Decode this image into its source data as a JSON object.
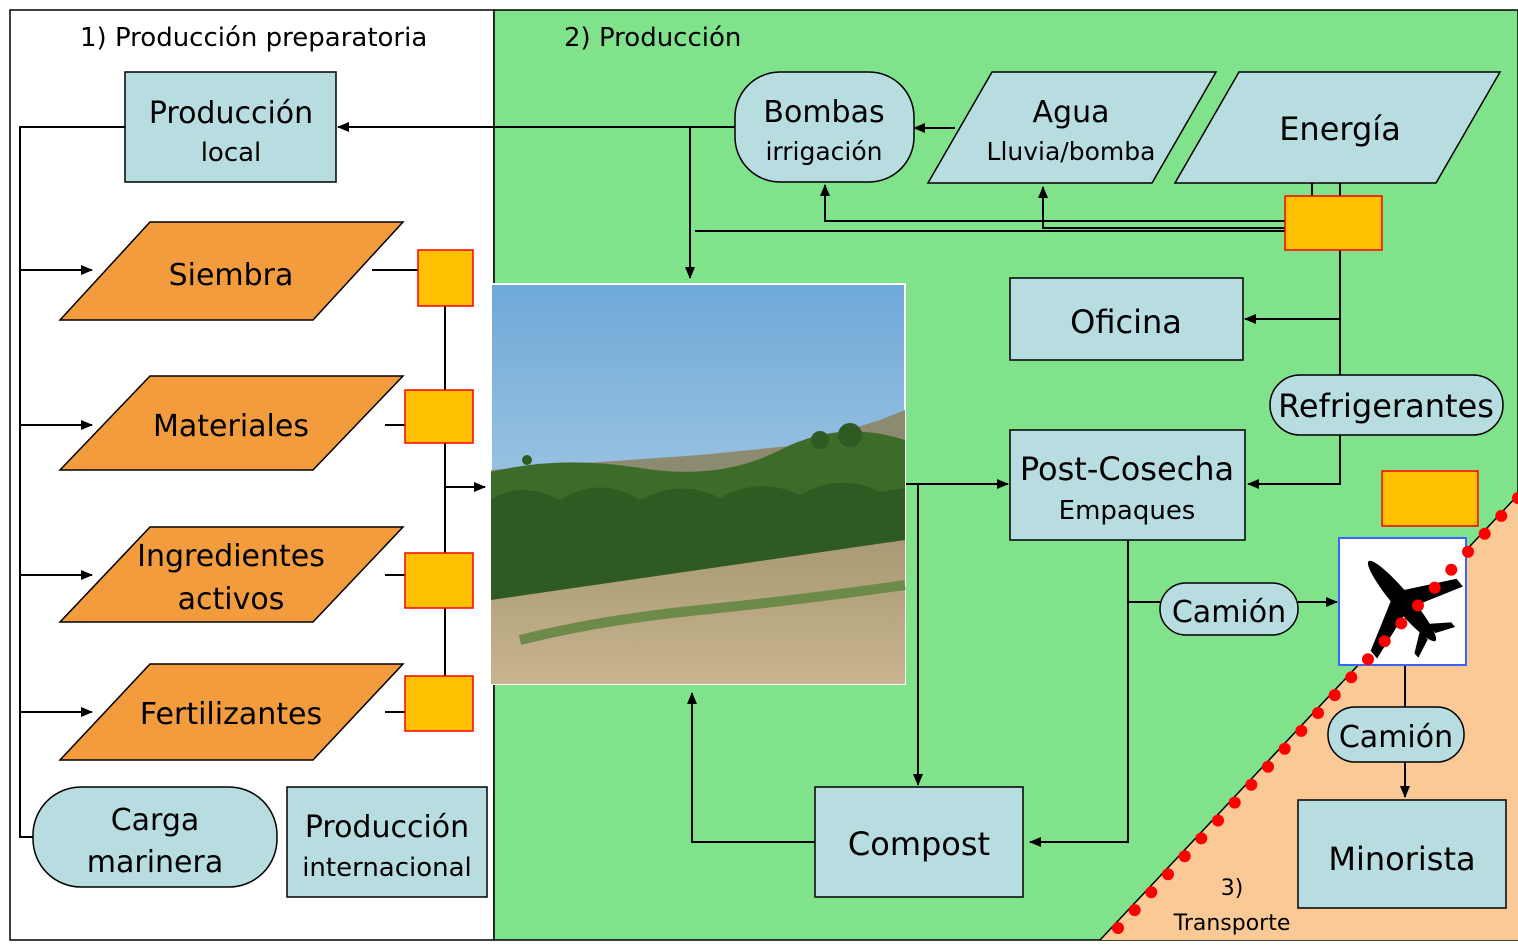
{
  "sections": {
    "preparatory": "1) Producción preparatoria",
    "production": "2) Producción",
    "transport_num": "3)",
    "transport_label": "Transporte"
  },
  "nodes": {
    "local_title": "Producción",
    "local_sub": "local",
    "siembra": "Siembra",
    "materiales": "Materiales",
    "ingredientes_1": "Ingredientes",
    "ingredientes_2": "activos",
    "fertilizantes": "Fertilizantes",
    "carga_1": "Carga",
    "carga_2": "marinera",
    "intl_title": "Producción",
    "intl_sub": "internacional",
    "bombas_title": "Bombas",
    "bombas_sub": "irrigación",
    "agua_title": "Agua",
    "agua_sub": "Lluvia/bomba",
    "energia": "Energía",
    "oficina": "Oficina",
    "refrigerantes": "Refrigerantes",
    "postcosecha_title": "Post-Cosecha",
    "postcosecha_sub": "Empaques",
    "camion_1": "Camión",
    "camion_2": "Camión",
    "minorista": "Minorista",
    "compost": "Compost"
  },
  "colors": {
    "green_bg": "#80e38b",
    "box_fill": "#b7dde0",
    "orange": "#f39c3e",
    "yellow": "#ffc000",
    "transport_bg": "#fbc995",
    "dots": "#ff0000"
  },
  "icons": {
    "field_photo": "field-photo",
    "airplane": "airplane-icon"
  }
}
